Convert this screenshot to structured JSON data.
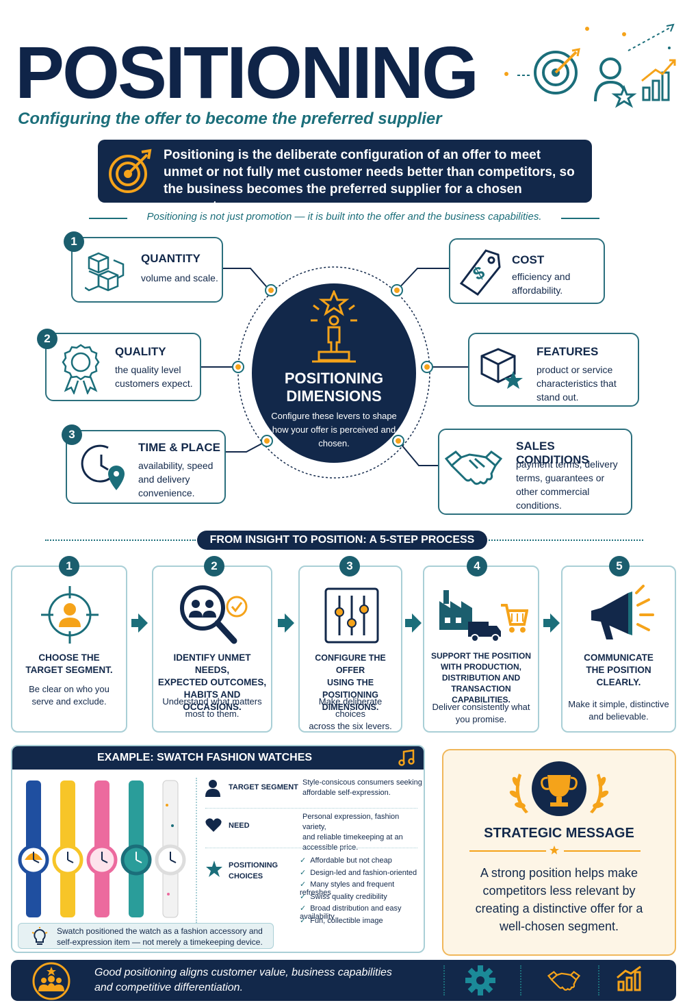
{
  "header": {
    "title": "POSITIONING",
    "subtitle": "Configuring the offer to become the preferred supplier"
  },
  "definition": "Positioning is the deliberate configuration of an offer to meet unmet or not fully met customer needs better than competitors, so the business becomes the preferred supplier for a chosen segment.",
  "tagline": "Positioning is not just promotion — it is built into the offer and the business capabilities.",
  "center": {
    "title_line1": "POSITIONING",
    "title_line2": "DIMENSIONS",
    "desc": "Configure these levers to shape how your offer is perceived and chosen."
  },
  "dimensions": {
    "quantity": {
      "num": "1",
      "title": "QUANTITY",
      "desc": "volume and scale."
    },
    "quality": {
      "num": "2",
      "title": "QUALITY",
      "desc_line1": "the quality level",
      "desc_line2": "customers expect."
    },
    "time_place": {
      "num": "3",
      "title": "TIME & PLACE",
      "desc_line1": "availability, speed",
      "desc_line2": "and delivery",
      "desc_line3": "convenience."
    },
    "cost": {
      "title": "COST",
      "desc_line1": "efficiency and",
      "desc_line2": "affordability."
    },
    "features": {
      "title": "FEATURES",
      "desc_line1": "product or service",
      "desc_line2": "characteristics that",
      "desc_line3": "stand out."
    },
    "sales": {
      "title": "SALES CONDITIONS",
      "desc_line1": "payment terms, delivery",
      "desc_line2": "terms, guarantees or",
      "desc_line3": "other commercial",
      "desc_line4": "conditions."
    }
  },
  "process": {
    "label": "FROM INSIGHT TO POSITION: A 5-STEP PROCESS",
    "steps": [
      {
        "num": "1",
        "title_line1": "CHOOSE THE",
        "title_line2": "TARGET SEGMENT.",
        "desc_line1": "Be clear on who you",
        "desc_line2": "serve and exclude."
      },
      {
        "num": "2",
        "title_line1": "IDENTIFY UNMET NEEDS,",
        "title_line2": "EXPECTED OUTCOMES,",
        "title_line3": "HABITS AND OCCASIONS.",
        "desc_line1": "Understand what matters",
        "desc_line2": "most to them."
      },
      {
        "num": "3",
        "title_line1": "CONFIGURE THE OFFER",
        "title_line2": "USING THE POSITIONING",
        "title_line3": "DIMENSIONS.",
        "desc_line1": "Make deliberate choices",
        "desc_line2": "across the six levers."
      },
      {
        "num": "4",
        "title_line1": "SUPPORT THE POSITION",
        "title_line2": "WITH PRODUCTION,",
        "title_line3": "DISTRIBUTION AND",
        "title_line4": "TRANSACTION CAPABILITIES.",
        "desc_line1": "Deliver consistently what",
        "desc_line2": "you promise."
      },
      {
        "num": "5",
        "title_line1": "COMMUNICATE",
        "title_line2": "THE POSITION",
        "title_line3": "CLEARLY.",
        "desc_line1": "Make it simple, distinctive",
        "desc_line2": "and believable."
      }
    ]
  },
  "example": {
    "title": "EXAMPLE: SWATCH FASHION WATCHES",
    "target_label": "TARGET SEGMENT",
    "target_line1": "Style-consicous consumers seeking",
    "target_line2": "affordable self-expression.",
    "need_label": "NEED",
    "need_line1": "Personal expression, fashion variety,",
    "need_line2": "and reliable timekeeping at an",
    "need_line3": "accessible price.",
    "choices_label_line1": "POSITIONING",
    "choices_label_line2": "CHOICES",
    "choices": [
      "Affordable but not cheap",
      "Design-led and fashion-oriented",
      "Many styles and frequent refreshes",
      "Swiss quality credibility",
      "Broad distribution and easy availability",
      "Fun, collectible image"
    ],
    "note_line1": "Swatch positioned the watch as a fashion accessory and",
    "note_line2": "self-expression item — not merely a timekeeping device."
  },
  "strategic": {
    "title": "STRATEGIC MESSAGE",
    "body": "A strong position helps make competitors less relevant by creating a distinctive offer for a well-chosen segment."
  },
  "footer": {
    "line1": "Good positioning aligns customer value, business capabilities",
    "line2": "and competitive differentiation."
  },
  "colors": {
    "navy": "#12284a",
    "teal": "#1b6e7a",
    "orange": "#f5a31a"
  }
}
